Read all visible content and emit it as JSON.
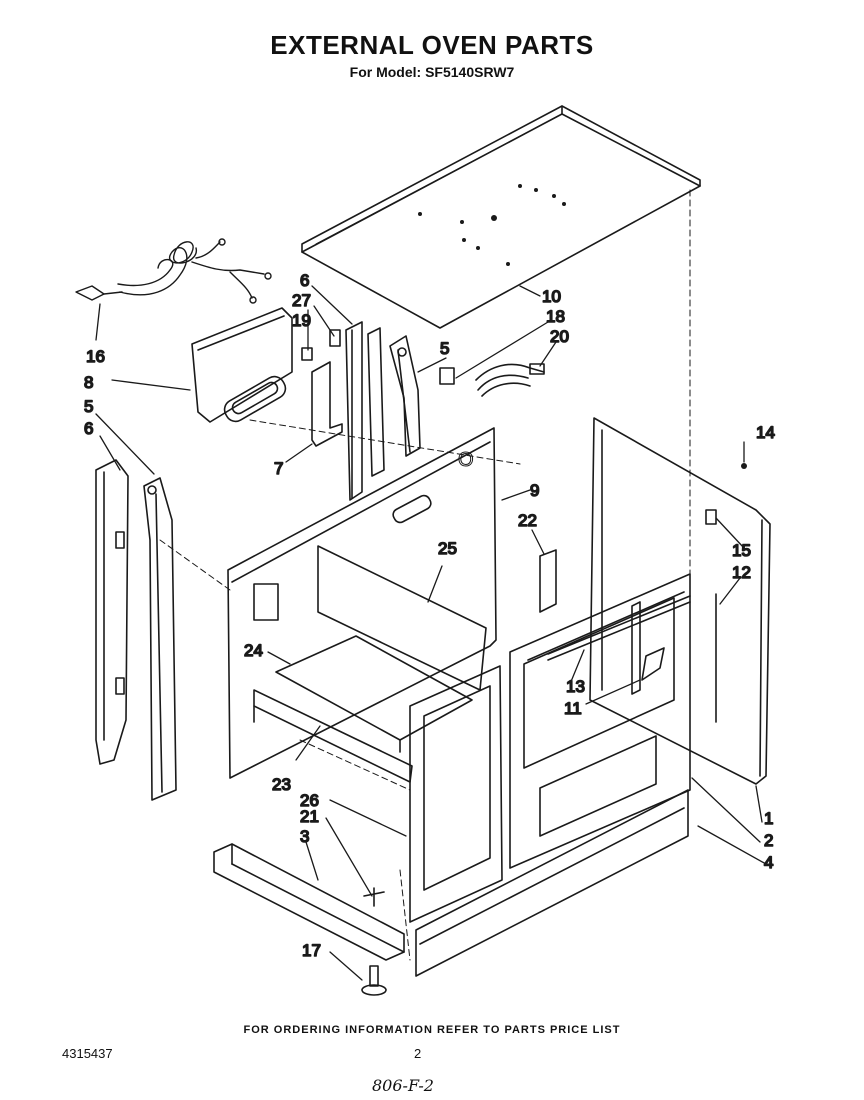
{
  "header": {
    "title": "EXTERNAL OVEN PARTS",
    "model_line": "For Model: SF5140SRW7"
  },
  "callouts": [
    "1",
    "2",
    "3",
    "4",
    "5",
    "5",
    "6",
    "6",
    "7",
    "8",
    "9",
    "10",
    "11",
    "12",
    "13",
    "14",
    "15",
    "16",
    "17",
    "18",
    "19",
    "20",
    "21",
    "22",
    "23",
    "24",
    "25",
    "26",
    "27"
  ],
  "footer": {
    "ordering_note": "FOR ORDERING INFORMATION REFER TO PARTS PRICE LIST",
    "document_number": "4315437",
    "page_number": "2",
    "handwritten_code": "806-F-2"
  }
}
